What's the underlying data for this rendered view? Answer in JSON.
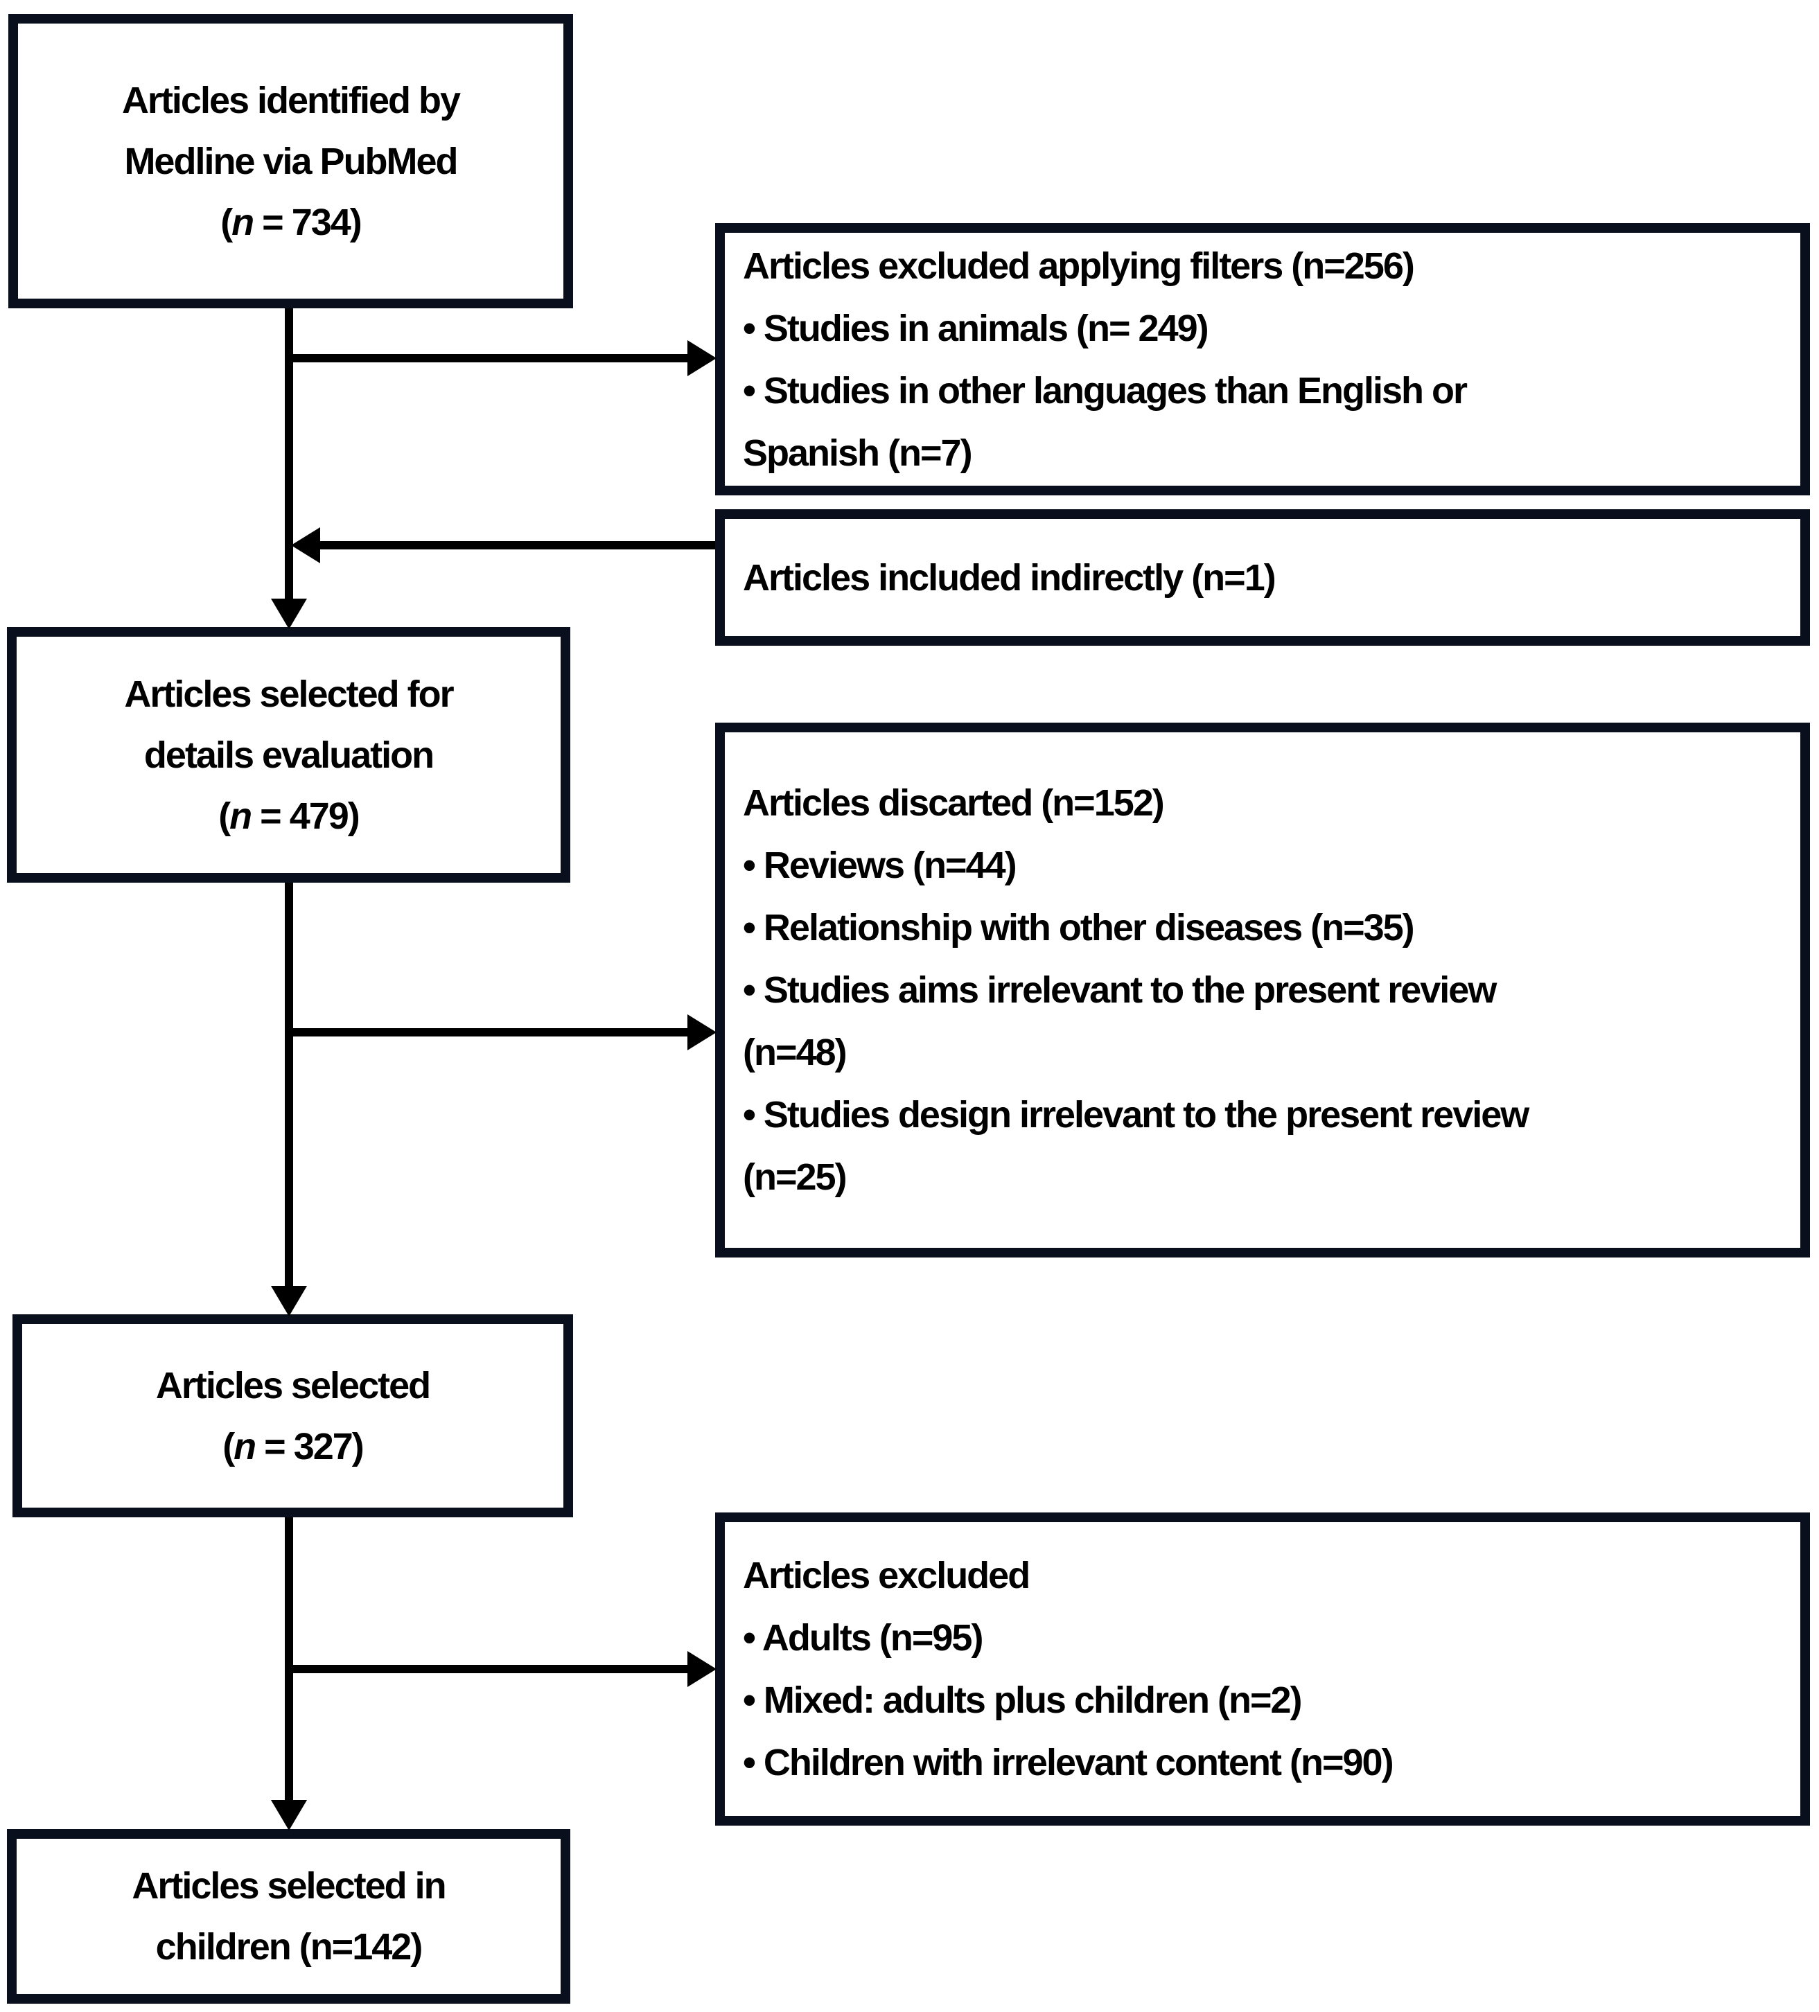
{
  "flowchart": {
    "title_semantic": "Article selection flow diagram",
    "colors": {
      "box_border": "#0a0f1e",
      "connector_line": "#000000",
      "text": "#000000",
      "background": "#ffffff"
    },
    "boxes": [
      {
        "id": "identified",
        "role": "process-step",
        "lines": [
          [
            {
              "t": "Articles identified by"
            }
          ],
          [
            {
              "t": "Medline via PubMed"
            }
          ],
          [
            {
              "t": "("
            },
            {
              "t": "n",
              "i": true
            },
            {
              "t": " = 734)"
            }
          ]
        ]
      },
      {
        "id": "excluded-filters",
        "role": "exclusion-note",
        "lines": [
          [
            {
              "t": "Articles excluded applying filters (n=256)"
            }
          ],
          [
            {
              "t": "• Studies in animals (n= 249)"
            }
          ],
          [
            {
              "t": "• Studies in other languages than English or"
            }
          ],
          [
            {
              "t": "Spanish (n=7)"
            }
          ]
        ]
      },
      {
        "id": "included-indirectly",
        "role": "inclusion-note",
        "lines": [
          [
            {
              "t": "Articles included indirectly (n=1)"
            }
          ]
        ]
      },
      {
        "id": "selected-evaluation",
        "role": "process-step",
        "lines": [
          [
            {
              "t": "Articles selected for"
            }
          ],
          [
            {
              "t": "details evaluation"
            }
          ],
          [
            {
              "t": "("
            },
            {
              "t": "n",
              "i": true
            },
            {
              "t": " = 479)"
            }
          ]
        ]
      },
      {
        "id": "discarded",
        "role": "exclusion-note",
        "lines": [
          [
            {
              "t": "Articles discarted (n=152)"
            }
          ],
          [
            {
              "t": "• Reviews (n=44)"
            }
          ],
          [
            {
              "t": "• Relationship with other diseases (n=35)"
            }
          ],
          [
            {
              "t": "• Studies aims irrelevant to the present review"
            }
          ],
          [
            {
              "t": "(n=48)"
            }
          ],
          [
            {
              "t": "• Studies design irrelevant to the present review"
            }
          ],
          [
            {
              "t": "(n=25)"
            }
          ]
        ]
      },
      {
        "id": "selected",
        "role": "process-step",
        "lines": [
          [
            {
              "t": "Articles selected"
            }
          ],
          [
            {
              "t": "("
            },
            {
              "t": "n",
              "i": true
            },
            {
              "t": " = 327)"
            }
          ]
        ]
      },
      {
        "id": "excluded-population",
        "role": "exclusion-note",
        "lines": [
          [
            {
              "t": "Articles excluded"
            }
          ],
          [
            {
              "t": "• Adults (n=95)"
            }
          ],
          [
            {
              "t": "• Mixed: adults plus children (n=2)"
            }
          ],
          [
            {
              "t": "• Children with irrelevant content (n=90)"
            }
          ]
        ]
      },
      {
        "id": "selected-children",
        "role": "process-step",
        "lines": [
          [
            {
              "t": "Articles selected in"
            }
          ],
          [
            {
              "t": "children (n=142)"
            }
          ]
        ]
      }
    ],
    "counts": {
      "identified": 734,
      "excluded_filters": 256,
      "animals": 249,
      "other_languages": 7,
      "included_indirectly": 1,
      "selected_evaluation": 479,
      "discarded": 152,
      "reviews": 44,
      "other_diseases": 35,
      "aims_irrelevant": 48,
      "design_irrelevant": 25,
      "selected": 327,
      "adults": 95,
      "mixed": 2,
      "children_irrelevant": 90,
      "selected_children": 142
    }
  }
}
